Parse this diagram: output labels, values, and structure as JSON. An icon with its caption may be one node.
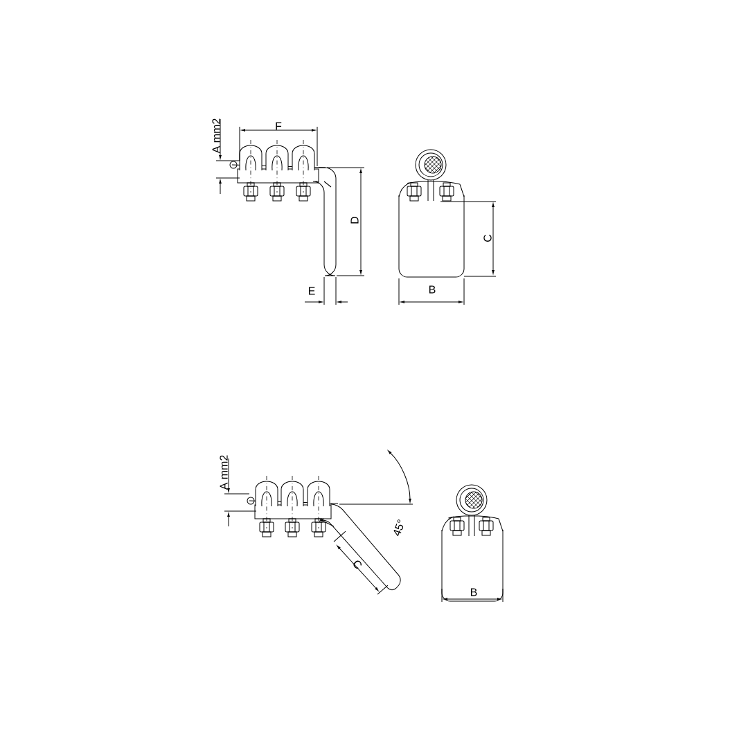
{
  "diagram": {
    "labels": [
      "A mm2",
      "F",
      "D",
      "C",
      "E",
      "B",
      "A mm2",
      "45°",
      "C",
      "B"
    ]
  }
}
